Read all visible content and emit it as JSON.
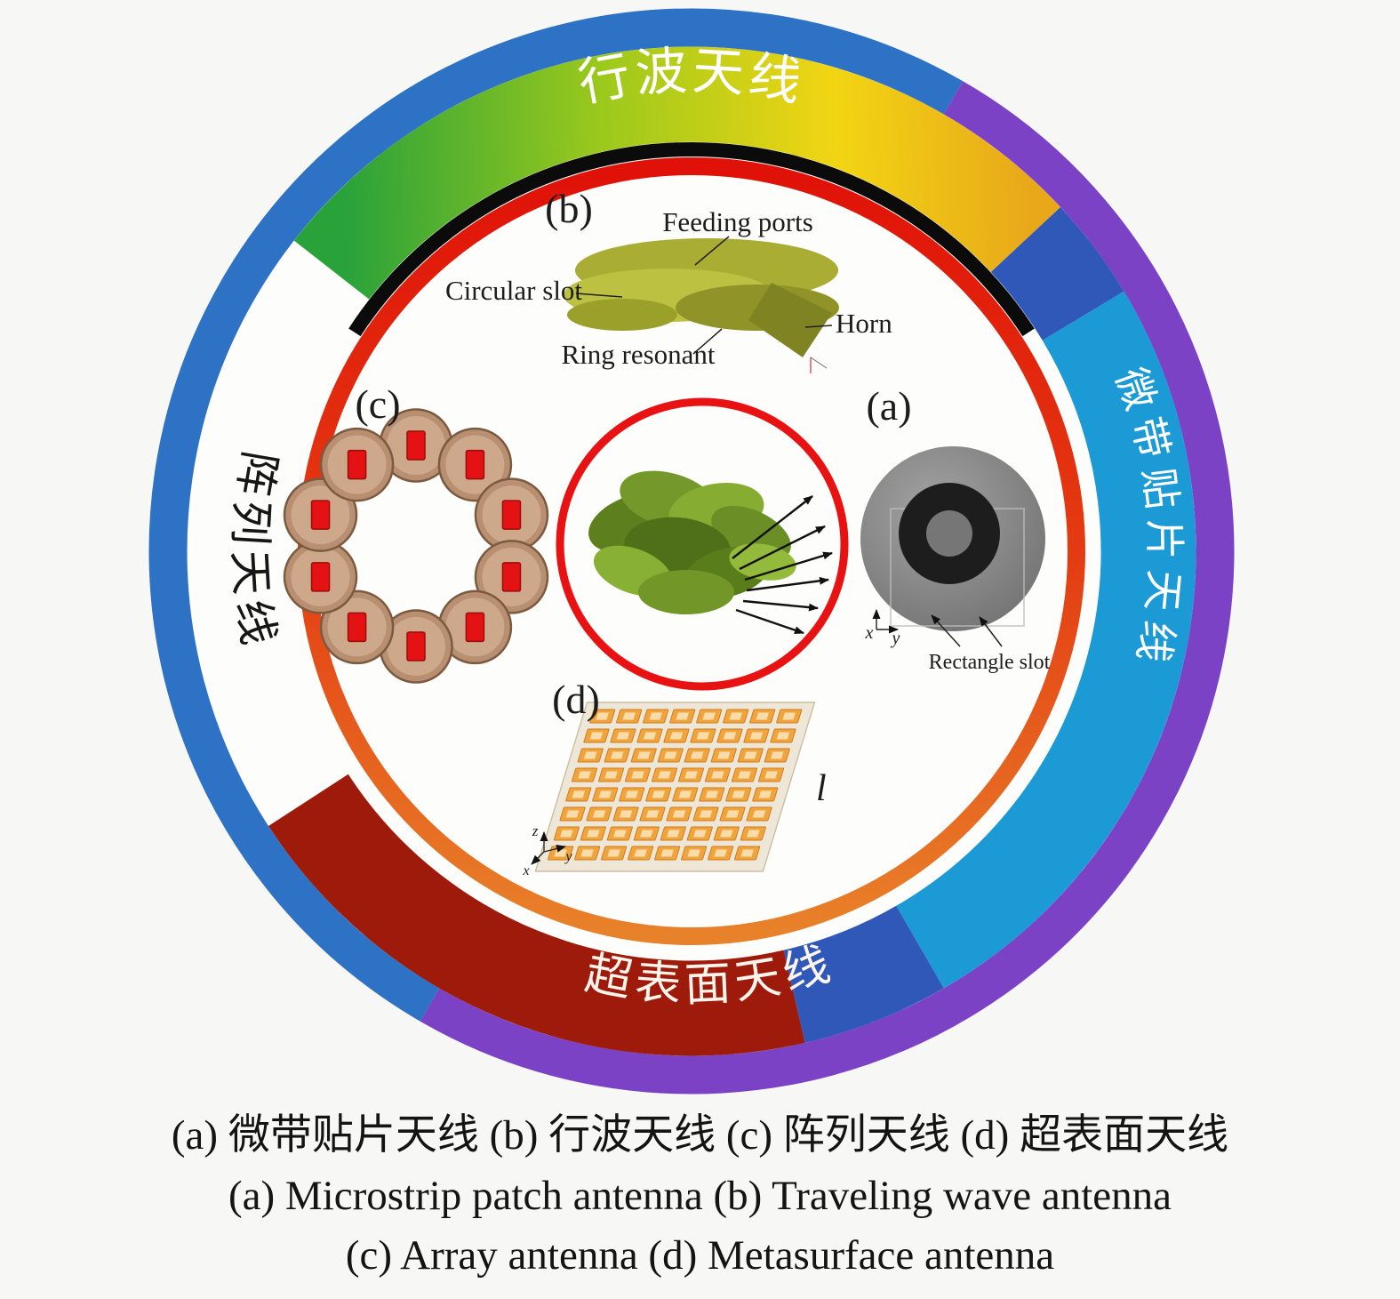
{
  "ring_labels": {
    "top": "行波天线",
    "right": "微带贴片天线",
    "bottom": "超表面天线",
    "left": "阵列天线"
  },
  "panels": {
    "a": "(a)",
    "b": "(b)",
    "c": "(c)",
    "d": "(d)"
  },
  "annotations": {
    "feeding_ports": "Feeding ports",
    "circular_slot": "Circular slot",
    "ring_resonant": "Ring resonant",
    "horn": "Horn",
    "rectangle_slot": "Rectangle slot",
    "length": "l",
    "axis_x": "x",
    "axis_y": "y",
    "axis_z": "z"
  },
  "caption": {
    "line1": "(a) 微带贴片天线 (b) 行波天线 (c) 阵列天线 (d) 超表面天线",
    "line2": "(a) Microstrip patch antenna (b) Traveling wave antenna",
    "line3": "(c) Array antenna (d) Metasurface antenna"
  },
  "colors": {
    "background": "#f7f7f5",
    "outer_ring_blue": "#2d72c4",
    "outer_ring_purple": "#7b42c6",
    "arc_green": "#2aa23a",
    "arc_yellow_green": "#9cc91c",
    "arc_yellow": "#f2d513",
    "arc_amber": "#e9a81a",
    "arc_cyan": "#1b9ad6",
    "arc_dark_blue": "#2f58b8",
    "arc_dark_red": "#9e1b0c",
    "top_black_arc": "#0b0b0b",
    "ring_red": "#e01108",
    "ring_mid": "#e43b12",
    "ring_orange": "#e8822a",
    "center_circle_red": "#e81212",
    "patch_dark": "#1d1d1d",
    "array_red": "#e41212",
    "metasurface_orange": "#f2a43c",
    "foliage_green": "#6f9427"
  }
}
